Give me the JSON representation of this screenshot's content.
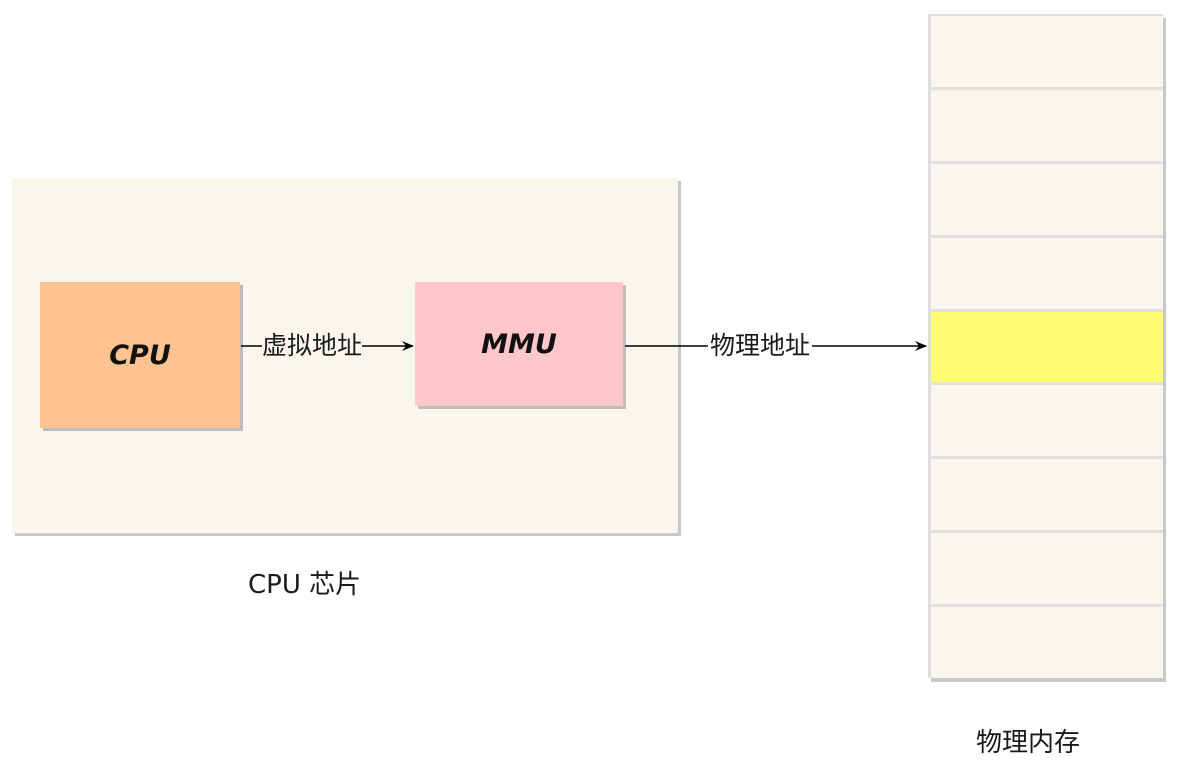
{
  "diagram": {
    "chip": {
      "caption": "CPU 芯片",
      "color": "#f9f7ed"
    },
    "nodes": [
      {
        "id": "cpu",
        "label": "CPU",
        "color": "#ffc38f"
      },
      {
        "id": "mmu",
        "label": "MMU",
        "color": "#ffc7c9"
      }
    ],
    "edges": [
      {
        "from": "cpu",
        "to": "mmu",
        "label": "虚拟地址"
      },
      {
        "from": "mmu",
        "to": "memory",
        "label": "物理地址"
      }
    ],
    "memory": {
      "caption": "物理内存",
      "cell_count": 9,
      "highlighted_cell_index": 4,
      "cell_color": "#f9f7ed",
      "highlight_color": "#fdfd6f"
    }
  }
}
